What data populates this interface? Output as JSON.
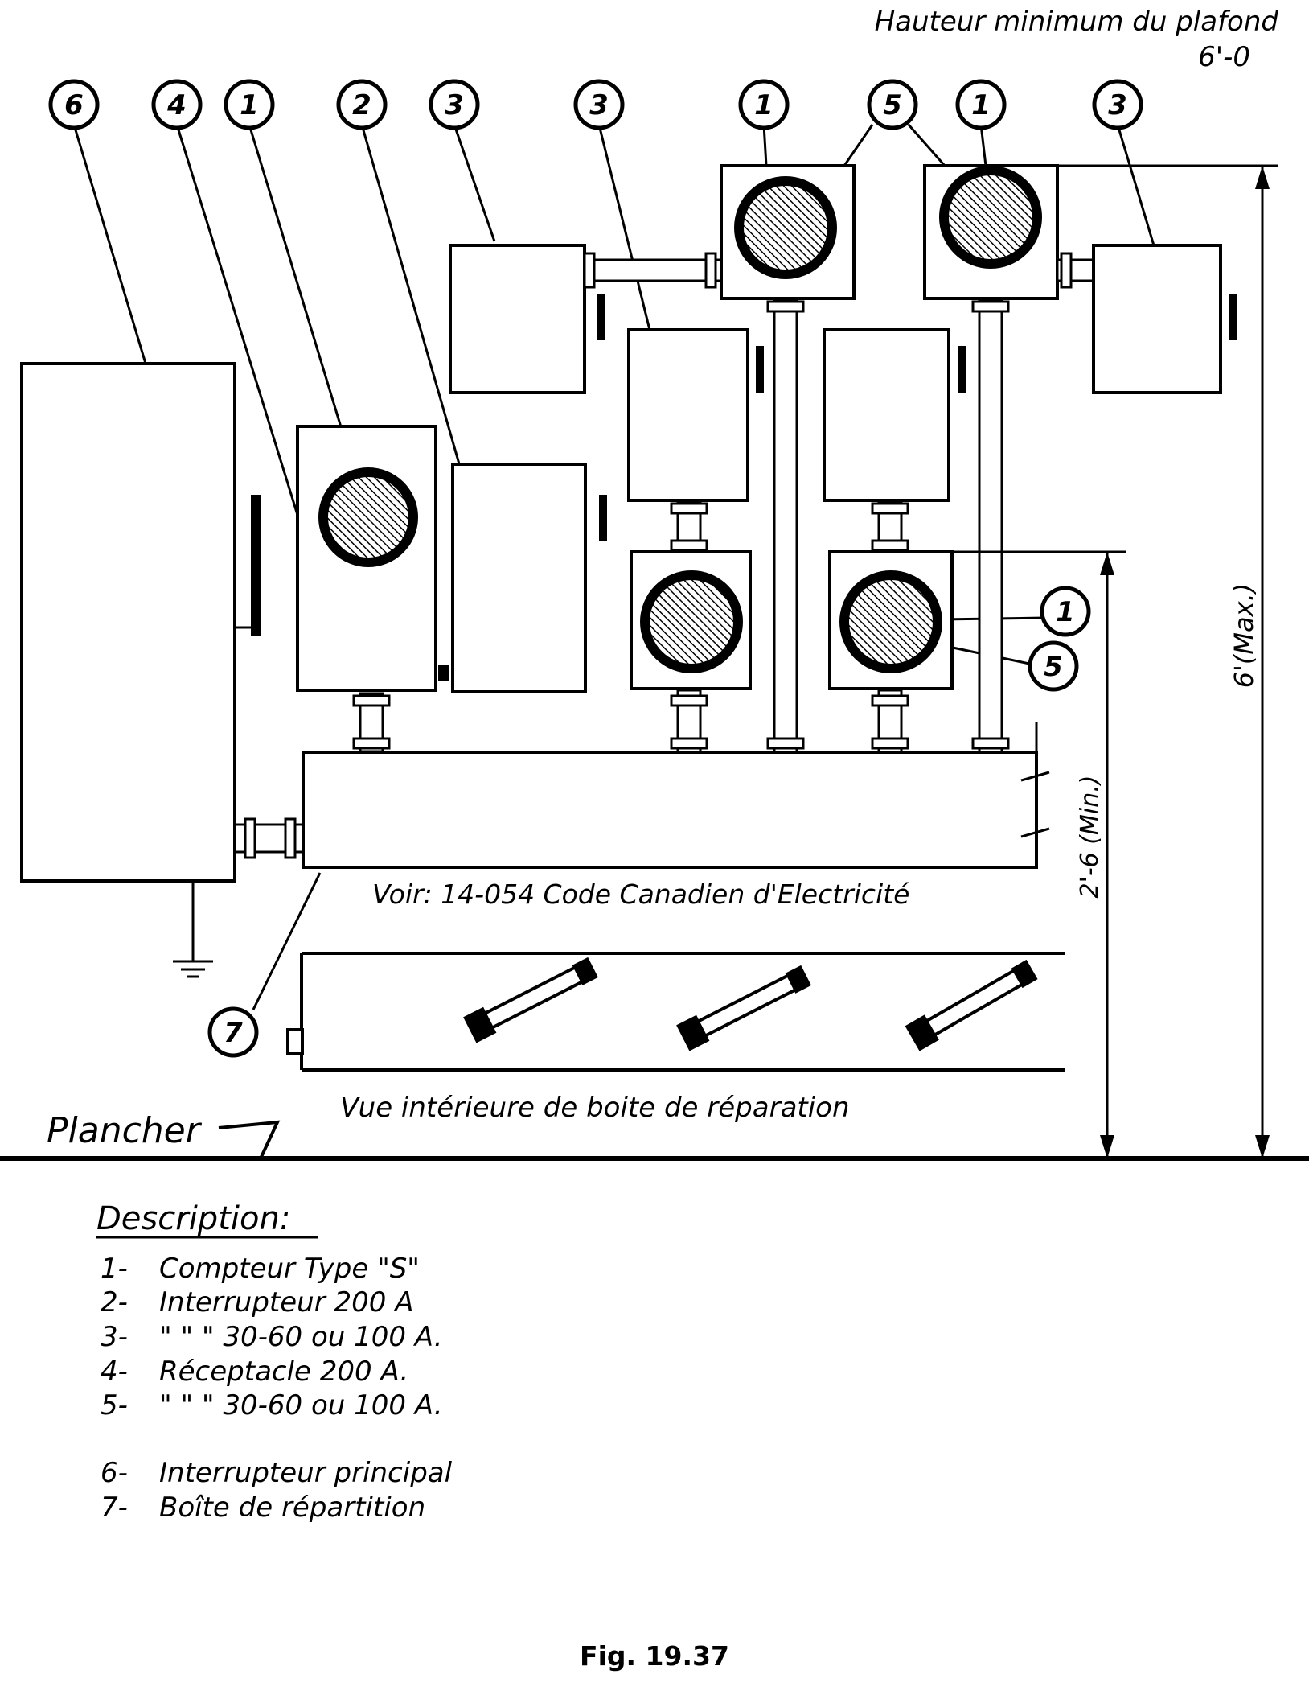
{
  "diagram": {
    "ceiling_note_line1": "Hauteur minimum du plafond",
    "ceiling_note_line2": "6'-0",
    "max_height_label": "6'(Max.)",
    "min_height_label": "2'-6 (Min.)",
    "code_reference": "Voir: 14-054 Code Canadien d'Electricité",
    "interior_view_label": "Vue intérieure de boite de réparation",
    "floor_label": "Plancher",
    "callouts": [
      "6",
      "4",
      "1",
      "2",
      "3",
      "3",
      "1",
      "5",
      "1",
      "3",
      "1",
      "5",
      "7"
    ]
  },
  "description": {
    "heading": "Description:",
    "items": [
      {
        "num": "1-",
        "text": "Compteur Type \"S\""
      },
      {
        "num": "2-",
        "text": "Interrupteur 200 A"
      },
      {
        "num": "3-",
        "text": "\"   \"   \" 30-60 ou 100 A."
      },
      {
        "num": "4-",
        "text": "Réceptacle 200 A."
      },
      {
        "num": "5-",
        "text": "\"   \"   \" 30-60 ou 100 A."
      },
      {
        "num": "6-",
        "text": "Interrupteur principal"
      },
      {
        "num": "7-",
        "text": "Boîte de répartition"
      }
    ]
  },
  "figure_caption": "Fig. 19.37"
}
